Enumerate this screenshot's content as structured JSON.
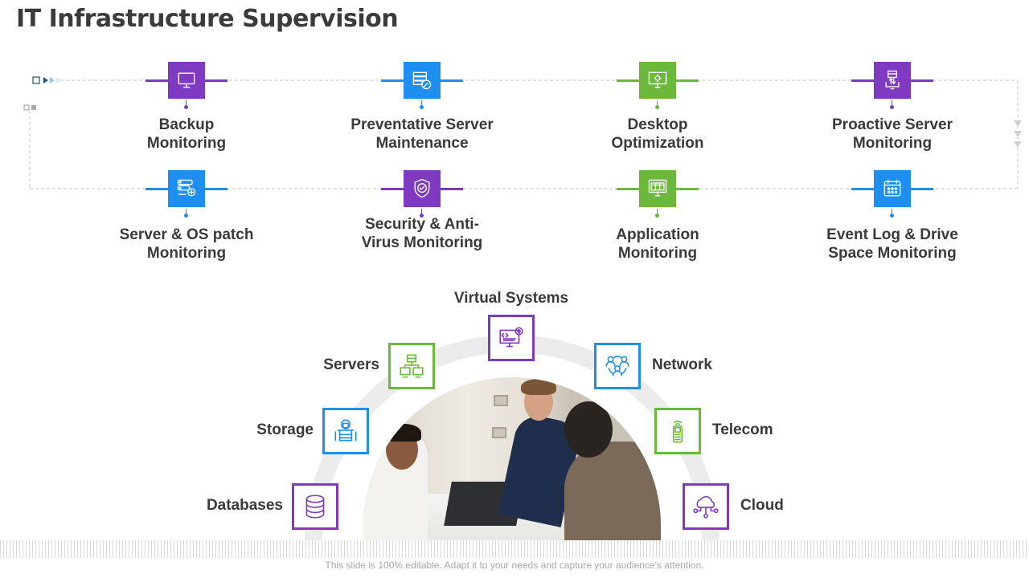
{
  "title": "IT Infrastructure Supervision",
  "colors": {
    "purple": "#7e3bc2",
    "blue": "#1e8ff0",
    "green": "#6cb83a",
    "text": "#3a3a3a",
    "arc": "#ececec",
    "footer_text": "#a8a8a8"
  },
  "services": [
    {
      "label_line1": "Backup",
      "label_line2": "Monitoring",
      "icon": "monitor-icon",
      "color": "purple"
    },
    {
      "label_line1": "Preventative Server",
      "label_line2": "Maintenance",
      "icon": "server-wrench-icon",
      "color": "blue"
    },
    {
      "label_line1": "Desktop",
      "label_line2": "Optimization",
      "icon": "desktop-gear-icon",
      "color": "green"
    },
    {
      "label_line1": "Proactive Server",
      "label_line2": "Monitoring",
      "icon": "server-transfer-icon",
      "color": "purple"
    },
    {
      "label_line1": "Server & OS patch",
      "label_line2": "Monitoring",
      "icon": "server-add-icon",
      "color": "blue"
    },
    {
      "label_line1": "Security & Anti-",
      "label_line2": "Virus Monitoring",
      "icon": "shield-check-icon",
      "color": "purple"
    },
    {
      "label_line1": "Application",
      "label_line2": "Monitoring",
      "icon": "application-monitor-icon",
      "color": "green"
    },
    {
      "label_line1": "Event Log & Drive",
      "label_line2": "Space Monitoring",
      "icon": "calendar-icon",
      "color": "blue"
    }
  ],
  "hub_nodes": [
    {
      "label": "Databases",
      "icon": "database-icon",
      "color": "purple"
    },
    {
      "label": "Storage",
      "icon": "secure-storage-icon",
      "color": "blue"
    },
    {
      "label": "Servers",
      "icon": "server-network-icon",
      "color": "green"
    },
    {
      "label": "Virtual Systems",
      "icon": "code-monitor-gear-icon",
      "color": "purple"
    },
    {
      "label": "Network",
      "icon": "people-network-icon",
      "color": "blue"
    },
    {
      "label": "Telecom",
      "icon": "mobile-phone-signal-icon",
      "color": "green"
    },
    {
      "label": "Cloud",
      "icon": "cloud-network-icon",
      "color": "purple"
    }
  ],
  "photo": {
    "description": "team-meeting-photo"
  },
  "footer": "This slide is 100% editable. Adapt it to your needs and capture your audience's attention."
}
